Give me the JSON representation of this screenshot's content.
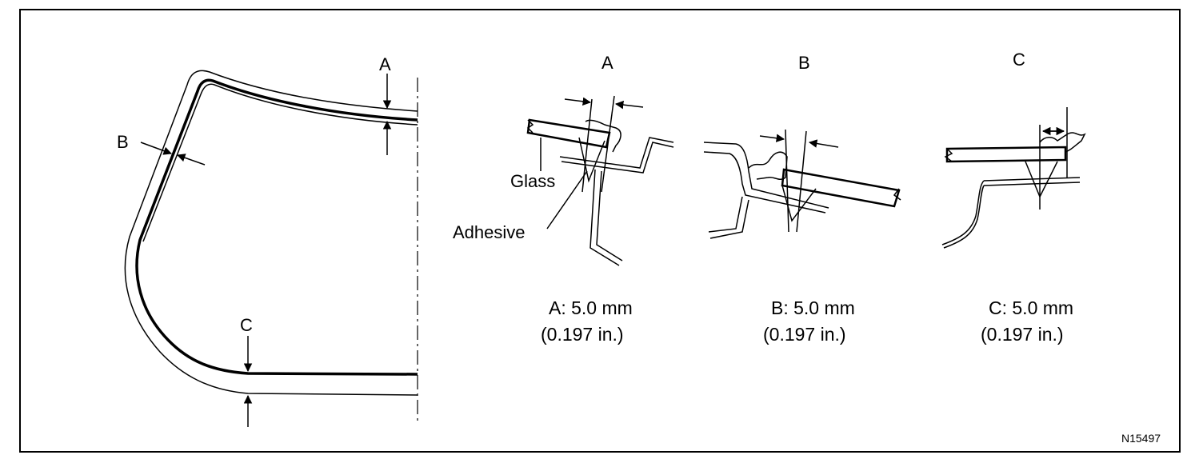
{
  "overview": {
    "marker_a": "A",
    "marker_b": "B",
    "marker_c": "C"
  },
  "details": [
    {
      "id": "a",
      "title": "A",
      "spec_line1": "A: 5.0 mm",
      "spec_line2": "(0.197 in.)"
    },
    {
      "id": "b",
      "title": "B",
      "spec_line1": "B: 5.0 mm",
      "spec_line2": "(0.197 in.)"
    },
    {
      "id": "c",
      "title": "C",
      "spec_line1": "C: 5.0 mm",
      "spec_line2": "(0.197 in.)"
    }
  ],
  "callouts": {
    "glass": "Glass",
    "adhesive": "Adhesive"
  },
  "figure_code": "N15497"
}
